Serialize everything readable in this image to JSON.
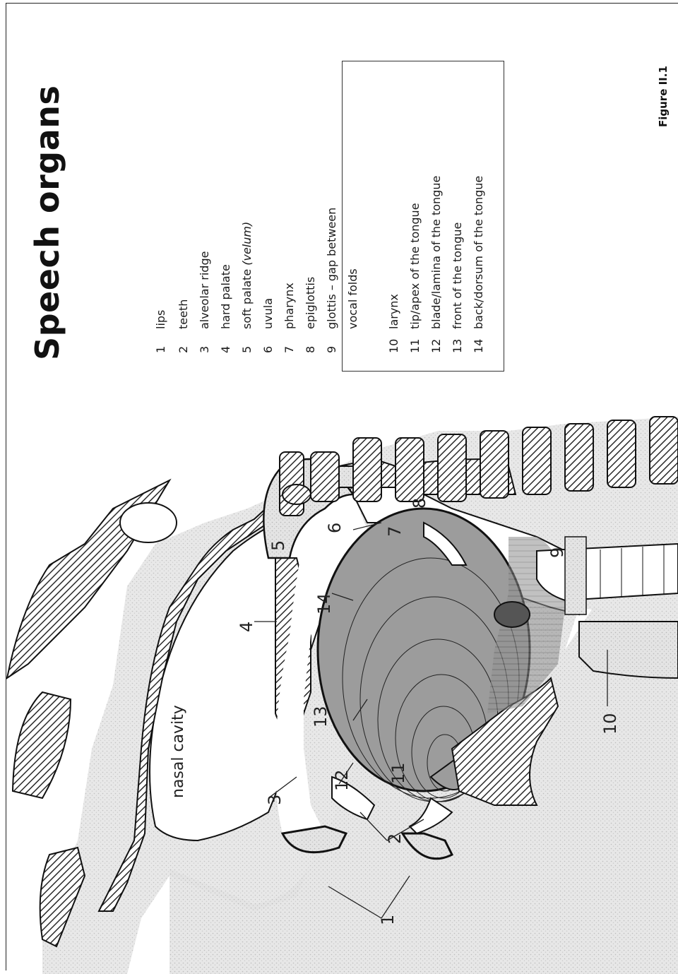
{
  "legend": {
    "title": "Speech organs",
    "items": [
      {
        "num": "1",
        "text": "lips"
      },
      {
        "num": "2",
        "text": "teeth"
      },
      {
        "num": "3",
        "text": "alveolar ridge"
      },
      {
        "num": "4",
        "text": "hard palate"
      },
      {
        "num": "5",
        "text": "soft palate ",
        "italic": "(velum)"
      },
      {
        "num": "6",
        "text": "uvula"
      },
      {
        "num": "7",
        "text": "pharynx"
      },
      {
        "num": "8",
        "text": "epiglottis"
      },
      {
        "num": "9",
        "text": "glottis – gap between"
      },
      {
        "num": "",
        "text": "vocal folds"
      },
      {
        "num": "10",
        "text": "larynx"
      },
      {
        "num": "11",
        "text": "tip/apex of the tongue"
      },
      {
        "num": "12",
        "text": "blade/lamina of the tongue"
      },
      {
        "num": "13",
        "text": "front of the tongue"
      },
      {
        "num": "14",
        "text": "back/dorsum of the tongue"
      }
    ]
  },
  "figure_label": "Figure II.1",
  "diagram_labels": {
    "nasal_cavity": "nasal cavity",
    "n1": "1",
    "n2": "2",
    "n3": "3",
    "n4": "4",
    "n5": "5",
    "n6": "6",
    "n7": "7",
    "n8": "8",
    "n9": "9",
    "n10": "10",
    "n11": "11",
    "n12": "12",
    "n13": "13",
    "n14": "14"
  },
  "colors": {
    "hatch": "#2a2a2a",
    "tongue": "#9a9a9a",
    "stipple": "#d8d8d8",
    "outline": "#111111"
  }
}
